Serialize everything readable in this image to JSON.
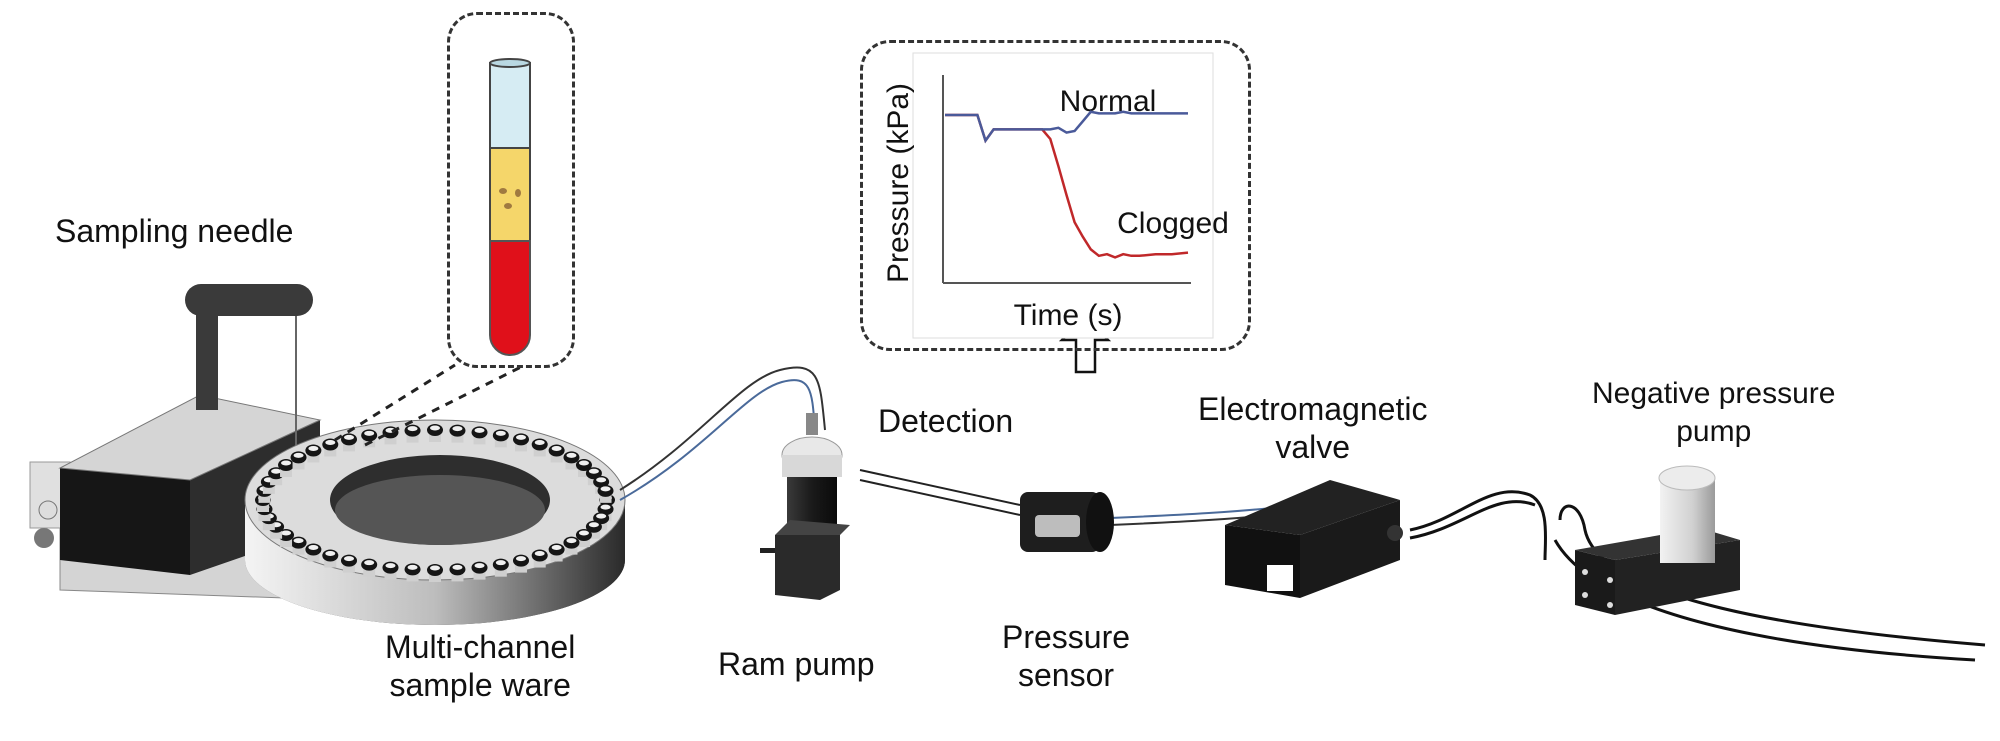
{
  "labels": {
    "sampling_needle": "Sampling needle",
    "multi_channel_line1": "Multi-channel",
    "multi_channel_line2": "sample ware",
    "ram_pump": "Ram pump",
    "pressure_sensor_line1": "Pressure",
    "pressure_sensor_line2": "sensor",
    "detection": "Detection",
    "em_valve_line1": "Electromagnetic",
    "em_valve_line2": "valve",
    "neg_pump_line1": "Negative pressure",
    "neg_pump_line2": "pump"
  },
  "colors": {
    "normal_series": "#4a5a9a",
    "clogged_series": "#c0282a",
    "tube_cap_fluid": "#d6ecf3",
    "tube_plasma": "#f5d66a",
    "tube_blood": "#e0101a",
    "device_dark": "#1e1e1e"
  },
  "chart_data": {
    "type": "line",
    "title": "",
    "xlabel": "Time (s)",
    "ylabel": "Pressure (kPa)",
    "grid": false,
    "x": [
      0,
      1,
      2,
      2.5,
      3,
      4,
      5,
      6,
      6.5,
      7,
      7.5,
      8,
      8.5,
      9,
      9.5,
      10,
      10.5,
      11,
      11.5,
      12,
      13,
      14,
      15
    ],
    "series": [
      {
        "name": "Normal",
        "values": [
          10,
          10,
          10,
          8.4,
          9.1,
          9.1,
          9.1,
          9.1,
          9.1,
          9.2,
          8.9,
          9.0,
          9.6,
          10.2,
          10.1,
          10.1,
          10.1,
          10.2,
          10.1,
          10.1,
          10.1,
          10.1,
          10.1
        ]
      },
      {
        "name": "Clogged",
        "values": [
          10,
          10,
          10,
          8.4,
          9.1,
          9.1,
          9.1,
          9.1,
          8.5,
          6.8,
          5.0,
          3.3,
          2.4,
          1.6,
          1.2,
          1.3,
          1.1,
          1.3,
          1.2,
          1.2,
          1.3,
          1.3,
          1.4
        ]
      }
    ],
    "ylim": [
      0,
      12
    ],
    "xlim": [
      0,
      15
    ],
    "annotations": [
      "Normal",
      "Clogged"
    ]
  }
}
